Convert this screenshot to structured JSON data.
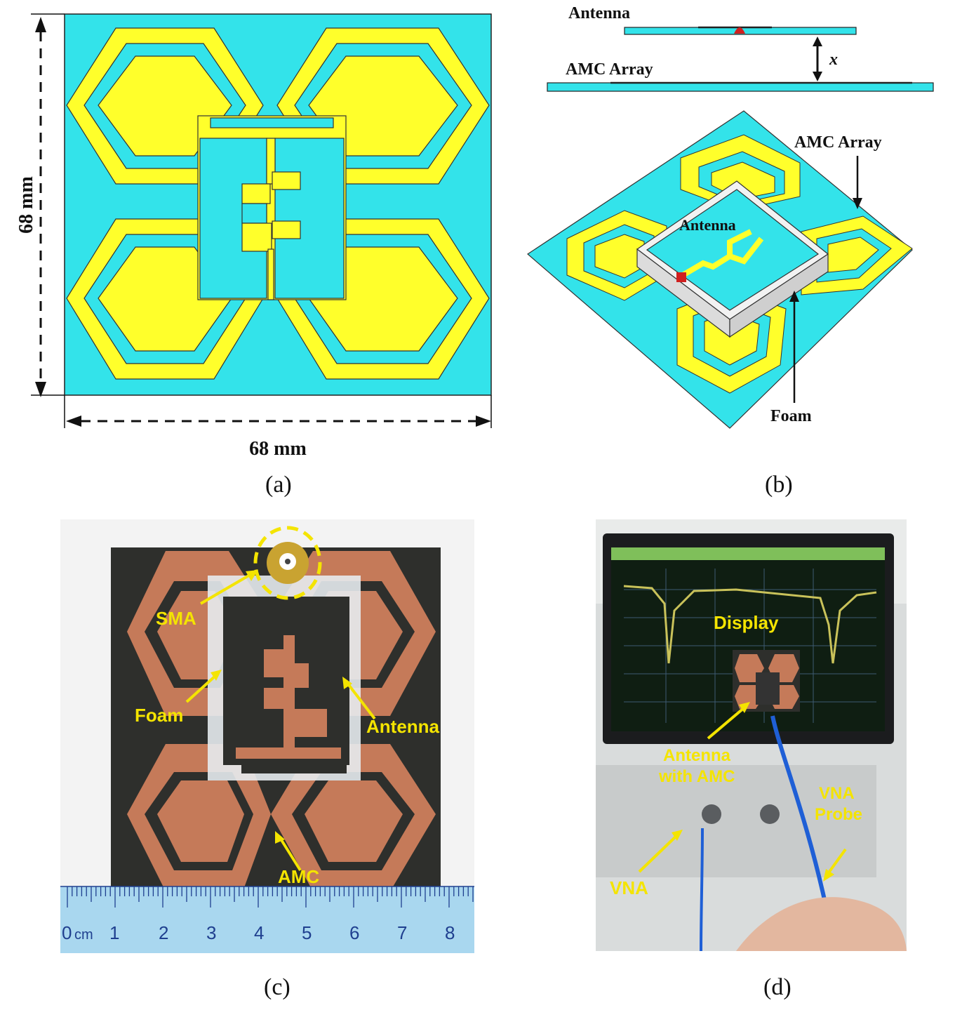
{
  "panel_a": {
    "dim_vertical": "68 mm",
    "dim_horizontal": "68 mm",
    "caption": "(a)"
  },
  "panel_b": {
    "side_label_antenna": "Antenna",
    "side_label_amc": "AMC Array",
    "gap_label": "x",
    "iso_label_amc": "AMC Array",
    "iso_label_antenna": "Antenna",
    "iso_label_foam": "Foam",
    "caption": "(b)"
  },
  "panel_c": {
    "labels": {
      "sma": "SMA",
      "foam": "Foam",
      "antenna": "Antenna",
      "amc": "AMC"
    },
    "ruler": [
      "0",
      "cm",
      "1",
      "2",
      "3",
      "4",
      "5",
      "6",
      "7",
      "8"
    ],
    "caption": "(c)"
  },
  "panel_d": {
    "labels": {
      "display": "Display",
      "antenna_line1": "Antenna",
      "antenna_line2": "with AMC",
      "vna": "VNA",
      "probe_line1": "VNA",
      "probe_line2": "Probe"
    },
    "caption": "(d)"
  },
  "colors": {
    "substrate": "#33e3ea",
    "copper_sim": "#ffff2b",
    "copper_real": "#c57a59",
    "board_dark": "#2e2f2c",
    "annotation": "#f4e400"
  }
}
